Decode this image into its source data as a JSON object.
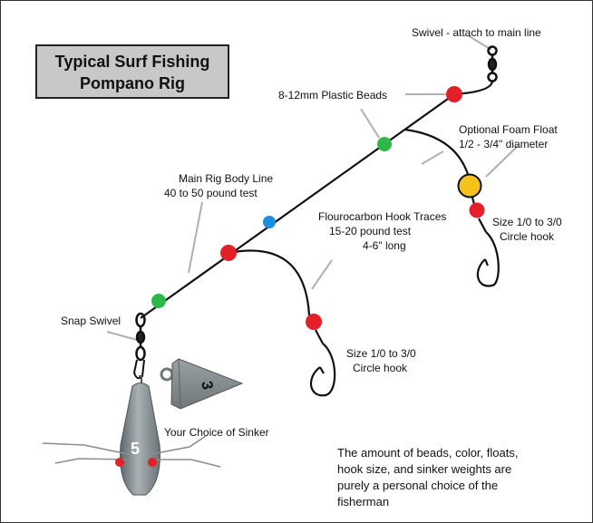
{
  "title": {
    "line1": "Typical Surf Fishing",
    "line2": "Pompano Rig"
  },
  "labels": {
    "swivel_main": "Swivel - attach to main line",
    "beads": "8-12mm Plastic Beads",
    "float_line1": "Optional Foam Float",
    "float_line2": "1/2 - 3/4\" diameter",
    "body_line1": "Main Rig Body Line",
    "body_line2": "40 to 50 pound test",
    "traces_line1": "Flourocarbon Hook Traces",
    "traces_line2": "15-20 pound test",
    "traces_line3": "4-6\" long",
    "hook_upper_line1": "Size 1/0 to 3/0",
    "hook_upper_line2": "Circle hook",
    "snap_swivel": "Snap Swivel",
    "hook_lower_line1": "Size 1/0 to 3/0",
    "hook_lower_line2": "Circle hook",
    "sinker_choice": "Your Choice of Sinker",
    "sinker_pyramid_number": "3",
    "sinker_spider_number": "5",
    "note_line1": "The amount of beads, color, floats,",
    "note_line2": "hook size, and sinker weights are",
    "note_line3": "purely a personal choice of the",
    "note_line4": "fisherman"
  },
  "colors": {
    "bead_red": "#e3202a",
    "bead_green": "#2db84a",
    "bead_blue": "#1a8fe0",
    "float_yellow": "#f5c21b",
    "title_box": "#c8c8c8",
    "leader_line": "#b0b0b0",
    "sinker_gray": "#8a9296"
  }
}
